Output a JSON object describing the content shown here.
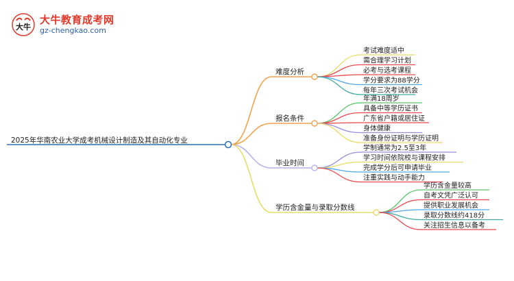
{
  "header": {
    "logo_title": "大牛教育成考网",
    "logo_url": "gz-chengkao.com",
    "logo_glyph": "大牛"
  },
  "colors": {
    "branch_0": "#f0a24a",
    "branch_1": "#f0a24a",
    "branch_2": "#b6b2e8",
    "branch_3": "#e8dc68",
    "leaf_palette": [
      "#e8dc68",
      "#5cc46a",
      "#e8474f",
      "#4fa6e8",
      "#3fa8a0",
      "#9b8be0"
    ]
  },
  "mindmap": {
    "root": "2025年华南农业大学成考机械设计制造及其自动化专业",
    "branches": [
      {
        "label": "难度分析",
        "leaves": [
          "考试难度适中",
          "需合理学习计划",
          "必考与选考课程",
          "学分要求为88学分",
          "每年三次考试机会"
        ],
        "leaf_colors": [
          "#e8dc68",
          "#e8474f",
          "#e8474f",
          "#4fa6e8",
          "#3fa8a0"
        ]
      },
      {
        "label": "报名条件",
        "leaves": [
          "年满18周岁",
          "具备中等学历证书",
          "广东省户籍或居住证",
          "身体健康",
          "准备身份证明与学历证明"
        ],
        "leaf_colors": [
          "#5cc46a",
          "#e8474f",
          "#e8474f",
          "#9b8be0",
          "#e8dc68"
        ]
      },
      {
        "label": "毕业时间",
        "leaves": [
          "学制通常为2.5至3年",
          "学习时间依院校与课程安排",
          "完成学分后可申请毕业",
          "注重实践与动手能力"
        ],
        "leaf_colors": [
          "#9b8be0",
          "#e8dc68",
          "#4fa6e8",
          "#e8474f"
        ]
      },
      {
        "label": "学历含金量与录取分数线",
        "leaves": [
          "学历含金量较高",
          "自考文凭广泛认可",
          "提供职业发展机会",
          "录取分数线约418分",
          "关注招生信息以备考"
        ],
        "leaf_colors": [
          "#5cc46a",
          "#e8474f",
          "#4fa6e8",
          "#3fa8a0",
          "#e8474f"
        ]
      }
    ]
  }
}
